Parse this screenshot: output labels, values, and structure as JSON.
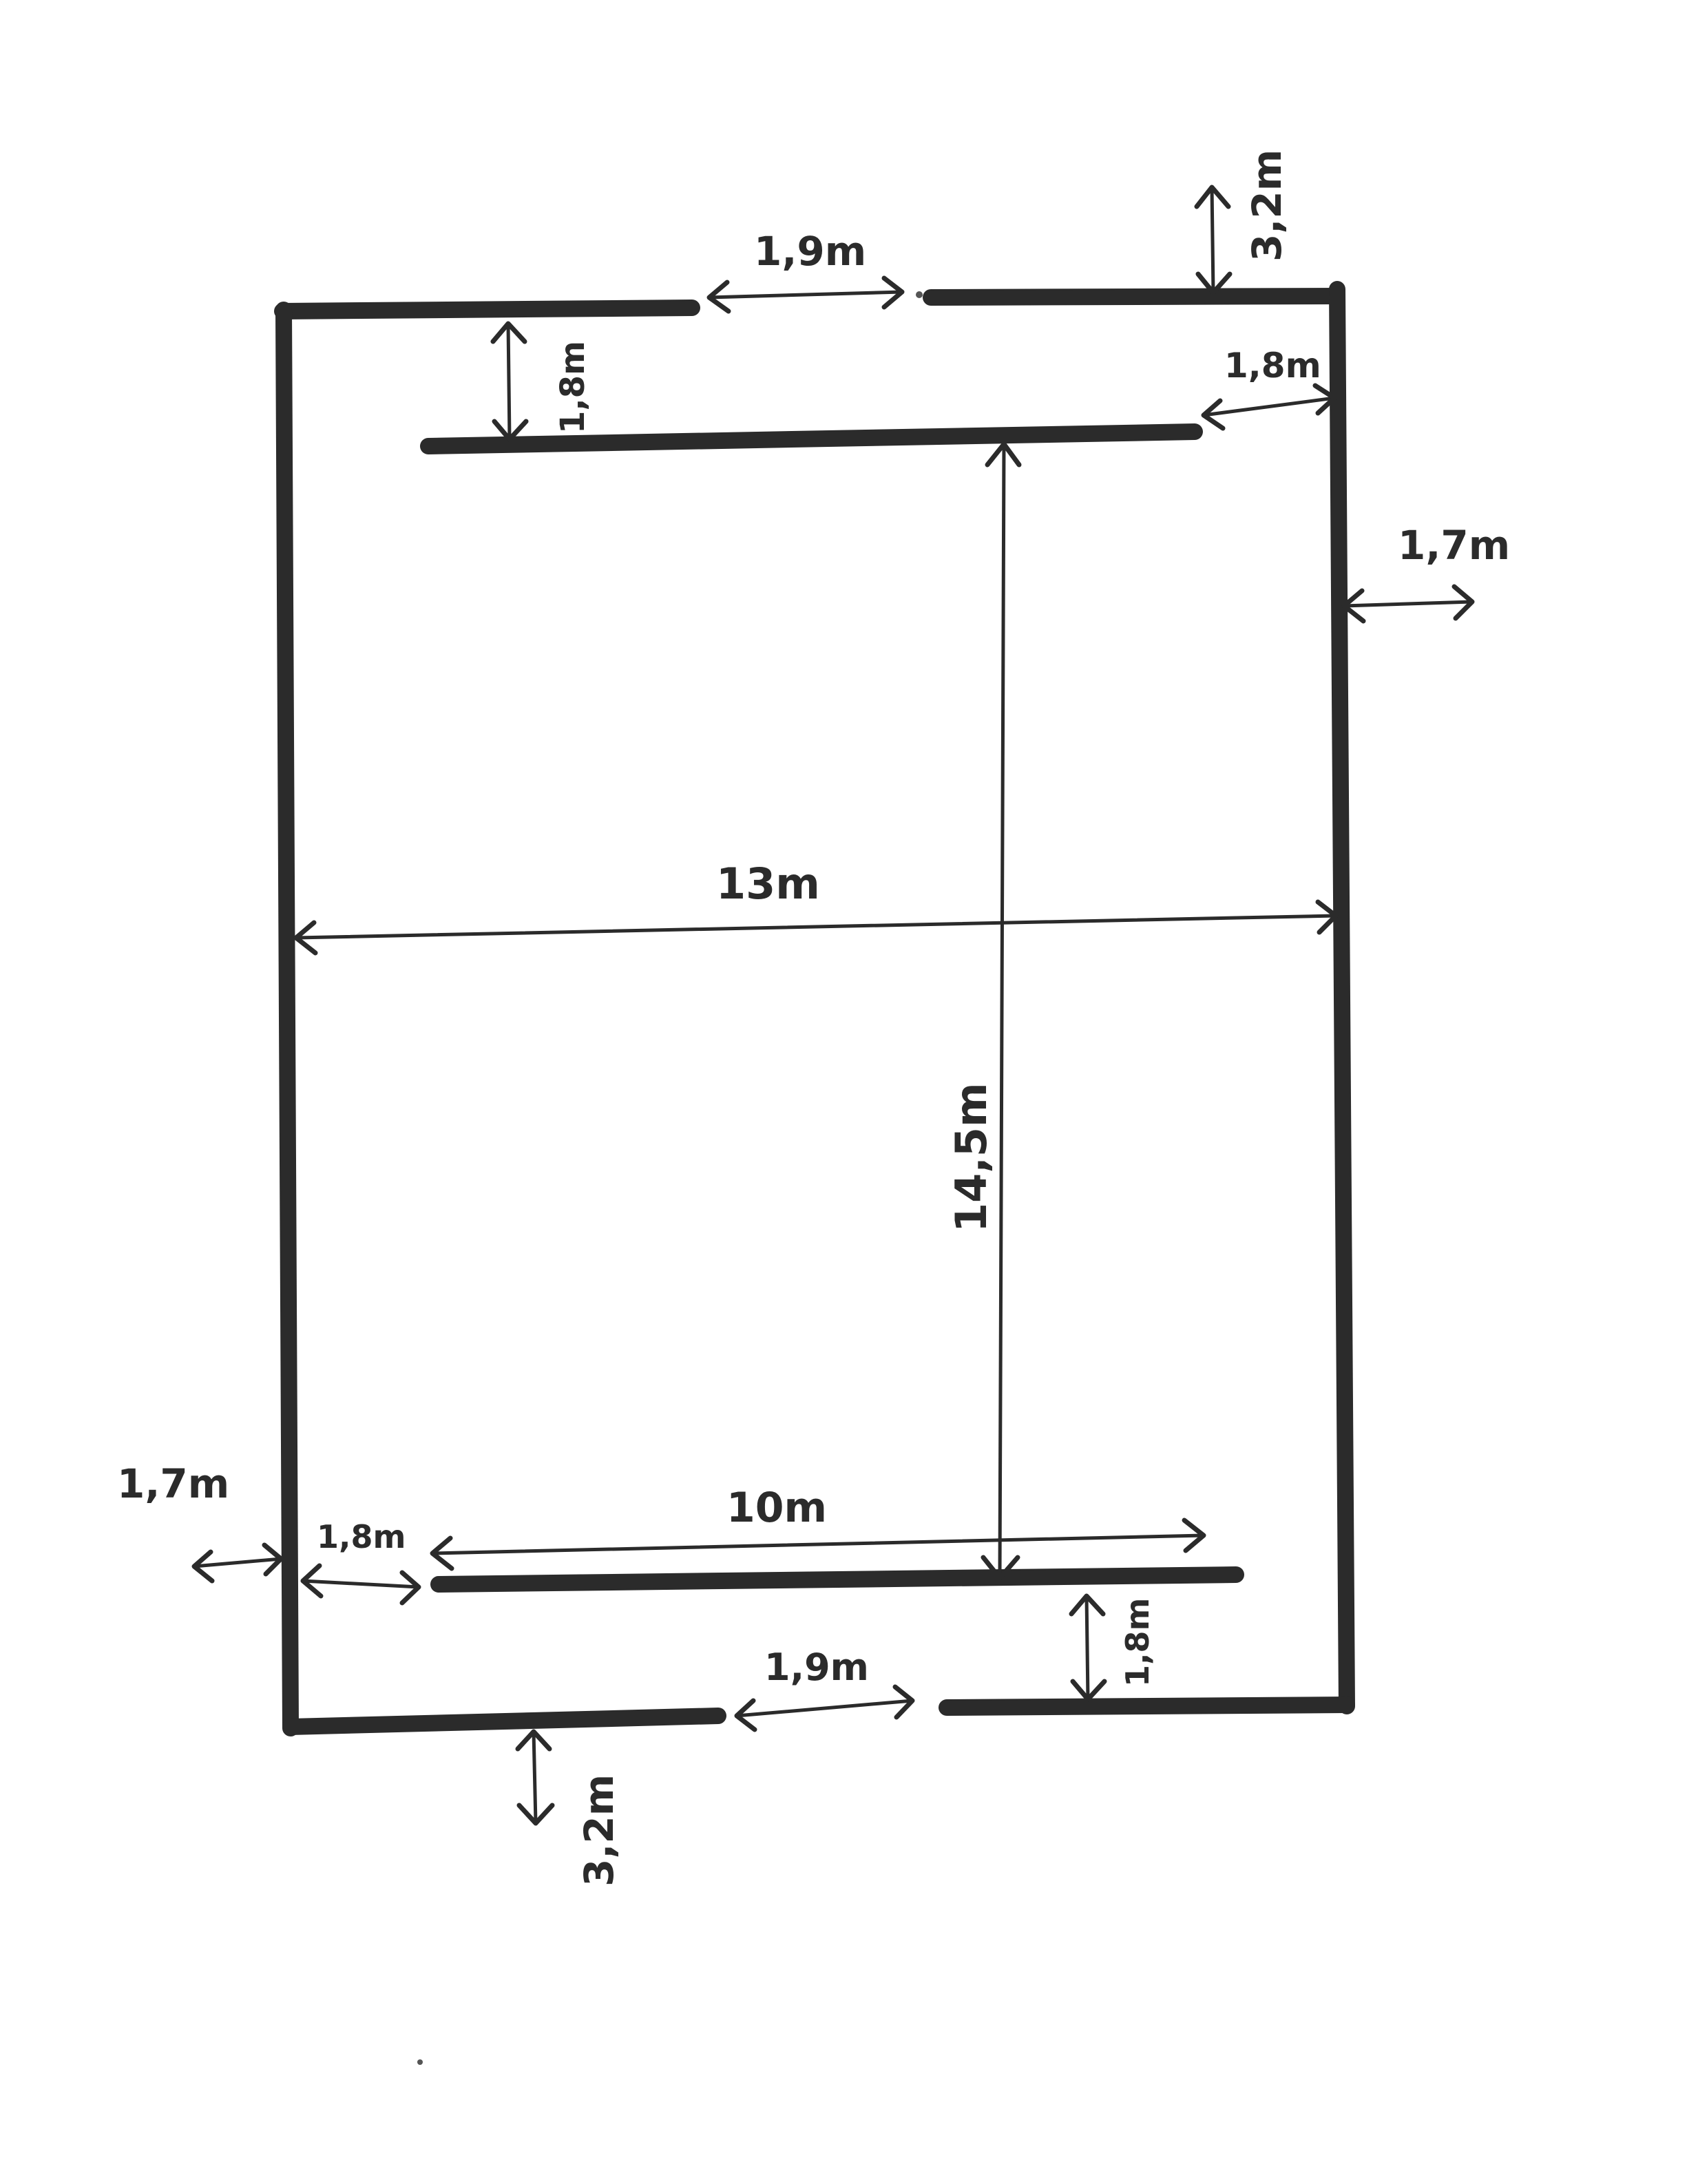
{
  "labels": {
    "top_door_width": "1,9m",
    "top_depth": "3,2m",
    "top_line_offset_right": "1,8m",
    "top_line_offset_vertical": "1,8m",
    "right_clearance": "1,7m",
    "court_width": "13m",
    "inner_length": "14,5m",
    "left_clearance": "1,7m",
    "bottom_line_offset_left": "1,8m",
    "bottom_line_length": "10m",
    "bottom_line_offset_vertical": "1,8m",
    "bottom_door_width": "1,9m",
    "bottom_depth": "3,2m"
  }
}
